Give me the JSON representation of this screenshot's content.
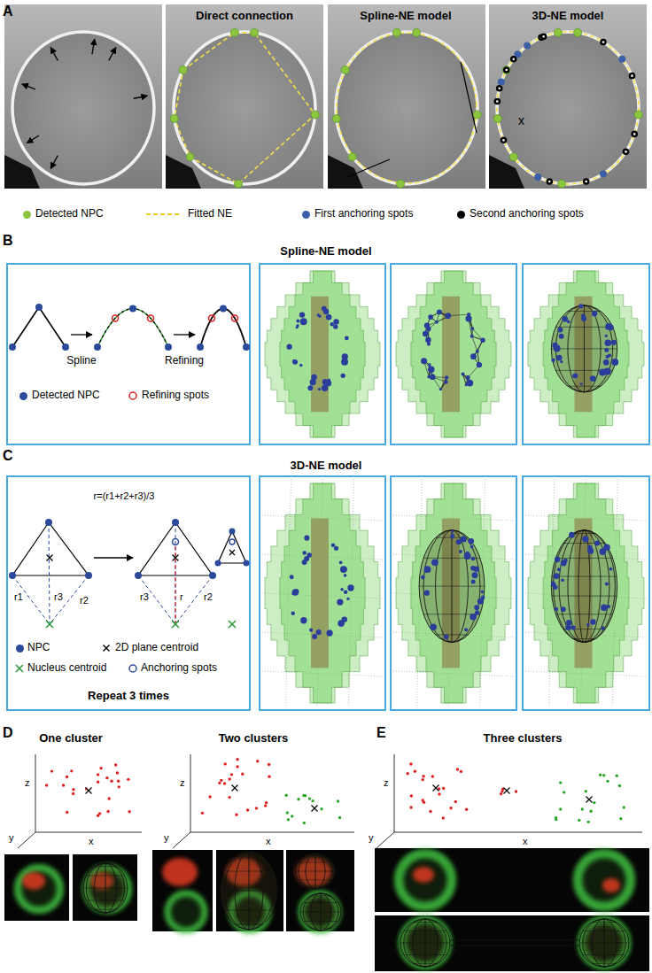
{
  "diagram": {
    "labels": [
      "A",
      "Direct connection",
      "Spline-NE model",
      "3D-NE model",
      "x",
      "B",
      "Spline-NE model",
      "Spline",
      "Refining",
      "C",
      "3D-NE model",
      "r1",
      "r3",
      "r2",
      "r=(r1+r2+r3)/3",
      "r3",
      "r",
      "r2",
      "Repeat 3 times",
      "D",
      "One cluster",
      "Two clusters",
      "z",
      "y",
      "x",
      "z",
      "y",
      "x",
      "E",
      "Three clusters",
      "z",
      "y",
      "x"
    ],
    "legend": [
      {
        "text": "Detected NPC",
        "color": "#8cc63e"
      },
      {
        "text": "Fitted NE"
      },
      {
        "text": "First anchoring spots",
        "color": "#3d5fa8"
      },
      {
        "text": "Second anchoring spots",
        "color": "#000000"
      },
      {
        "text": "Detected NPC",
        "color": "#2b4a9b"
      },
      {
        "text": "Refining spots"
      },
      {
        "text": "NPC",
        "color": "#2b4a9b"
      },
      {
        "text": "2D plane centroid"
      },
      {
        "text": "Nucleus centroid"
      },
      {
        "text": "Anchoring spots"
      }
    ]
  }
}
